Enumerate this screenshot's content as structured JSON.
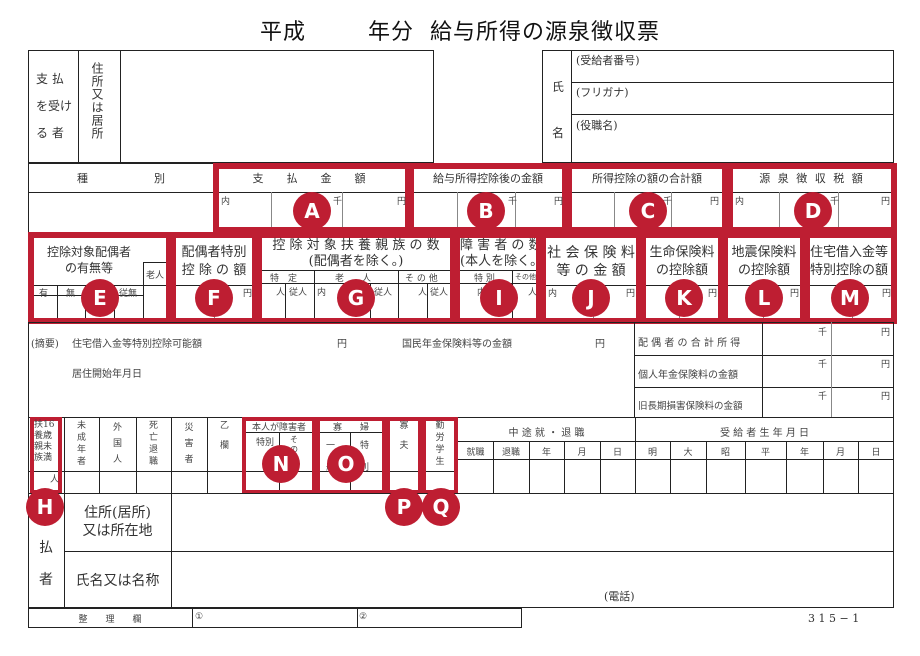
{
  "title": {
    "era": "平成",
    "year_suffix": "年分",
    "name": "給与所得の源泉徴収票"
  },
  "recipient": {
    "label_lines": [
      "支 払",
      "を受け",
      "る 者"
    ],
    "address_label": "住所又は居所",
    "name_label_top": "氏",
    "name_label_bottom": "名",
    "recipient_number": "(受給者番号)",
    "furigana": "(フリガナ)",
    "position": "(役職名)"
  },
  "amounts_row": {
    "type_header": "種　　　　　　別",
    "payment_header": "支　払　金　額",
    "after_deduction_header": "給与所得控除後の金額",
    "deduction_total_header": "所得控除の額の合計額",
    "withholding_header": "源 泉 徴 収 税 額",
    "inner": "内",
    "thousand": "千",
    "yen": "円"
  },
  "deductions_row": {
    "spouse_header": [
      "控除対象配偶者",
      "の有無等"
    ],
    "elderly": "老人",
    "spouse_cols": [
      "有",
      "無",
      "従有",
      "従無"
    ],
    "spouse_special": [
      "配偶者特別",
      "控 除 の 額"
    ],
    "dependents_header": [
      "控 除 対 象 扶 養 親 族 の 数",
      "(配偶者を除く。)"
    ],
    "dependents_sub": [
      "特　定",
      "老　　人",
      "そ の 他"
    ],
    "dependents_units": [
      "人",
      "従人",
      "内",
      "人",
      "従人",
      "人",
      "従人"
    ],
    "disabled_header": [
      "障 害 者 の 数",
      "(本人を除く。)"
    ],
    "disabled_sub": [
      "特 別",
      "その他"
    ],
    "social_insurance": [
      "社 会 保 険 料",
      "等 の 金 額"
    ],
    "life_insurance": [
      "生命保険料",
      "の控除額"
    ],
    "earthquake_insurance": [
      "地震保険料",
      "の控除額"
    ],
    "housing_loan": [
      "住宅借入金等",
      "特別控除の額"
    ],
    "yen": "円",
    "inner": "内",
    "person": "人"
  },
  "summary": {
    "label": "(摘要)",
    "housing_loan_possible": "住宅借入金等特別控除可能額",
    "yen": "円",
    "national_pension": "国民年金保険料等の金額",
    "residence_start": "居住開始年月日",
    "right_rows": [
      {
        "label": "配 偶 者 の 合 計 所 得",
        "thousand": "千",
        "yen": "円"
      },
      {
        "label": "個人年金保険料の金額",
        "thousand": "千",
        "yen": "円"
      },
      {
        "label": "旧長期損害保険料の金額",
        "thousand": "千",
        "yen": "円"
      }
    ]
  },
  "status_row": {
    "under16": [
      "扶16",
      "養歳",
      "親未",
      "族満"
    ],
    "under16_unit": "人",
    "minor": [
      "未",
      "成",
      "年",
      "者"
    ],
    "foreign": [
      "外",
      "国",
      "人"
    ],
    "death_retire": [
      "死",
      "亡",
      "退",
      "職"
    ],
    "disaster": [
      "災",
      "害",
      "者"
    ],
    "otsu": [
      "乙",
      "欄"
    ],
    "self_disabled": "本人が障害者",
    "self_disabled_sub": [
      "特別",
      "その他"
    ],
    "widow": "寡　　婦",
    "widow_sub": [
      "一般",
      "特別"
    ],
    "widower": [
      "寡",
      "夫"
    ],
    "working_student": [
      "勤",
      "労",
      "学",
      "生"
    ],
    "midyear_header": "中 途 就 ・ 退 職",
    "midyear_cols": [
      "就職",
      "退職",
      "年",
      "月",
      "日"
    ],
    "birth_header": "受 給 者 生 年 月 日",
    "birth_cols": [
      "明",
      "大",
      "昭",
      "平",
      "年",
      "月",
      "日"
    ]
  },
  "payer": {
    "side_label": [
      "支",
      "払",
      "者"
    ],
    "address_label": [
      "住所(居所)",
      "又は所在地"
    ],
    "name_label": "氏名又は名称",
    "phone": "(電話)"
  },
  "footer": {
    "memo_label": "整　　理　　欄",
    "circle1": "①",
    "circle2": "②",
    "form_number": "3 1 5 − 1"
  },
  "annotations": {
    "color": "#be1e32",
    "badges": [
      "A",
      "B",
      "C",
      "D",
      "E",
      "F",
      "G",
      "H",
      "I",
      "J",
      "K",
      "L",
      "M",
      "N",
      "O",
      "P",
      "Q"
    ]
  }
}
